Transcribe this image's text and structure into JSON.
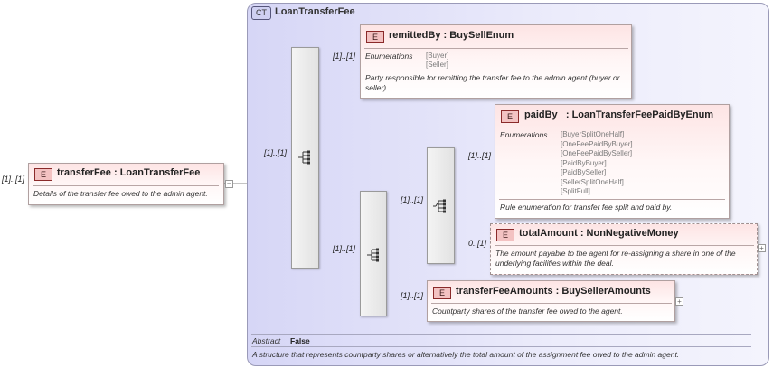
{
  "complex_type": {
    "badge": "CT",
    "name": "LoanTransferFee",
    "abstract_label": "Abstract",
    "abstract_value": "False",
    "documentation": "A structure that represents countparty shares or alternatively the total amount of the assignment fee owed to the admin agent."
  },
  "root_element": {
    "badge": "E",
    "cardinality": "[1]..[1]",
    "name": "transferFee",
    "type": ": LoanTransferFee",
    "documentation": "Details of the transfer fee owed to the admin agent."
  },
  "sequence_cardinalities": {
    "outer": "[1]..[1]",
    "inner": "[1]..[1]",
    "choice": "[1]..[1]"
  },
  "elements": {
    "remittedBy": {
      "badge": "E",
      "cardinality": "[1]..[1]",
      "name": "remittedBy",
      "type": ": BuySellEnum",
      "enum_label": "Enumerations",
      "enum_values": [
        "[Buyer]",
        "[Seller]"
      ],
      "documentation": "Party responsible for remitting the transfer fee to the admin agent (buyer or seller)."
    },
    "paidBy": {
      "badge": "E",
      "cardinality": "[1]..[1]",
      "name": "paidBy",
      "type": ": LoanTransferFeePaidByEnum",
      "enum_label": "Enumerations",
      "enum_values": [
        "[BuyerSplitOneHalf]",
        "[OneFeePaidByBuyer]",
        "[OneFeePaidBySeller]",
        "[PaidByBuyer]",
        "[PaidBySeller]",
        "[SellerSplitOneHalf]",
        "[SplitFull]"
      ],
      "documentation": "Rule enumeration for transfer fee split and paid by."
    },
    "totalAmount": {
      "badge": "E",
      "cardinality": "0..[1]",
      "name": "totalAmount",
      "type": ": NonNegativeMoney",
      "documentation": "The amount payable to the agent for re-assigning a share in one of the underlying facilities within the deal."
    },
    "transferFeeAmounts": {
      "badge": "E",
      "cardinality": "[1]..[1]",
      "name": "transferFeeAmounts",
      "type": ": BuySellerAmounts",
      "documentation": "Countparty shares of the transfer fee owed to the agent."
    }
  },
  "icons": {
    "expand": "plus-icon",
    "collapse": "minus-icon",
    "sequence": "sequence-icon",
    "choice": "choice-icon"
  }
}
